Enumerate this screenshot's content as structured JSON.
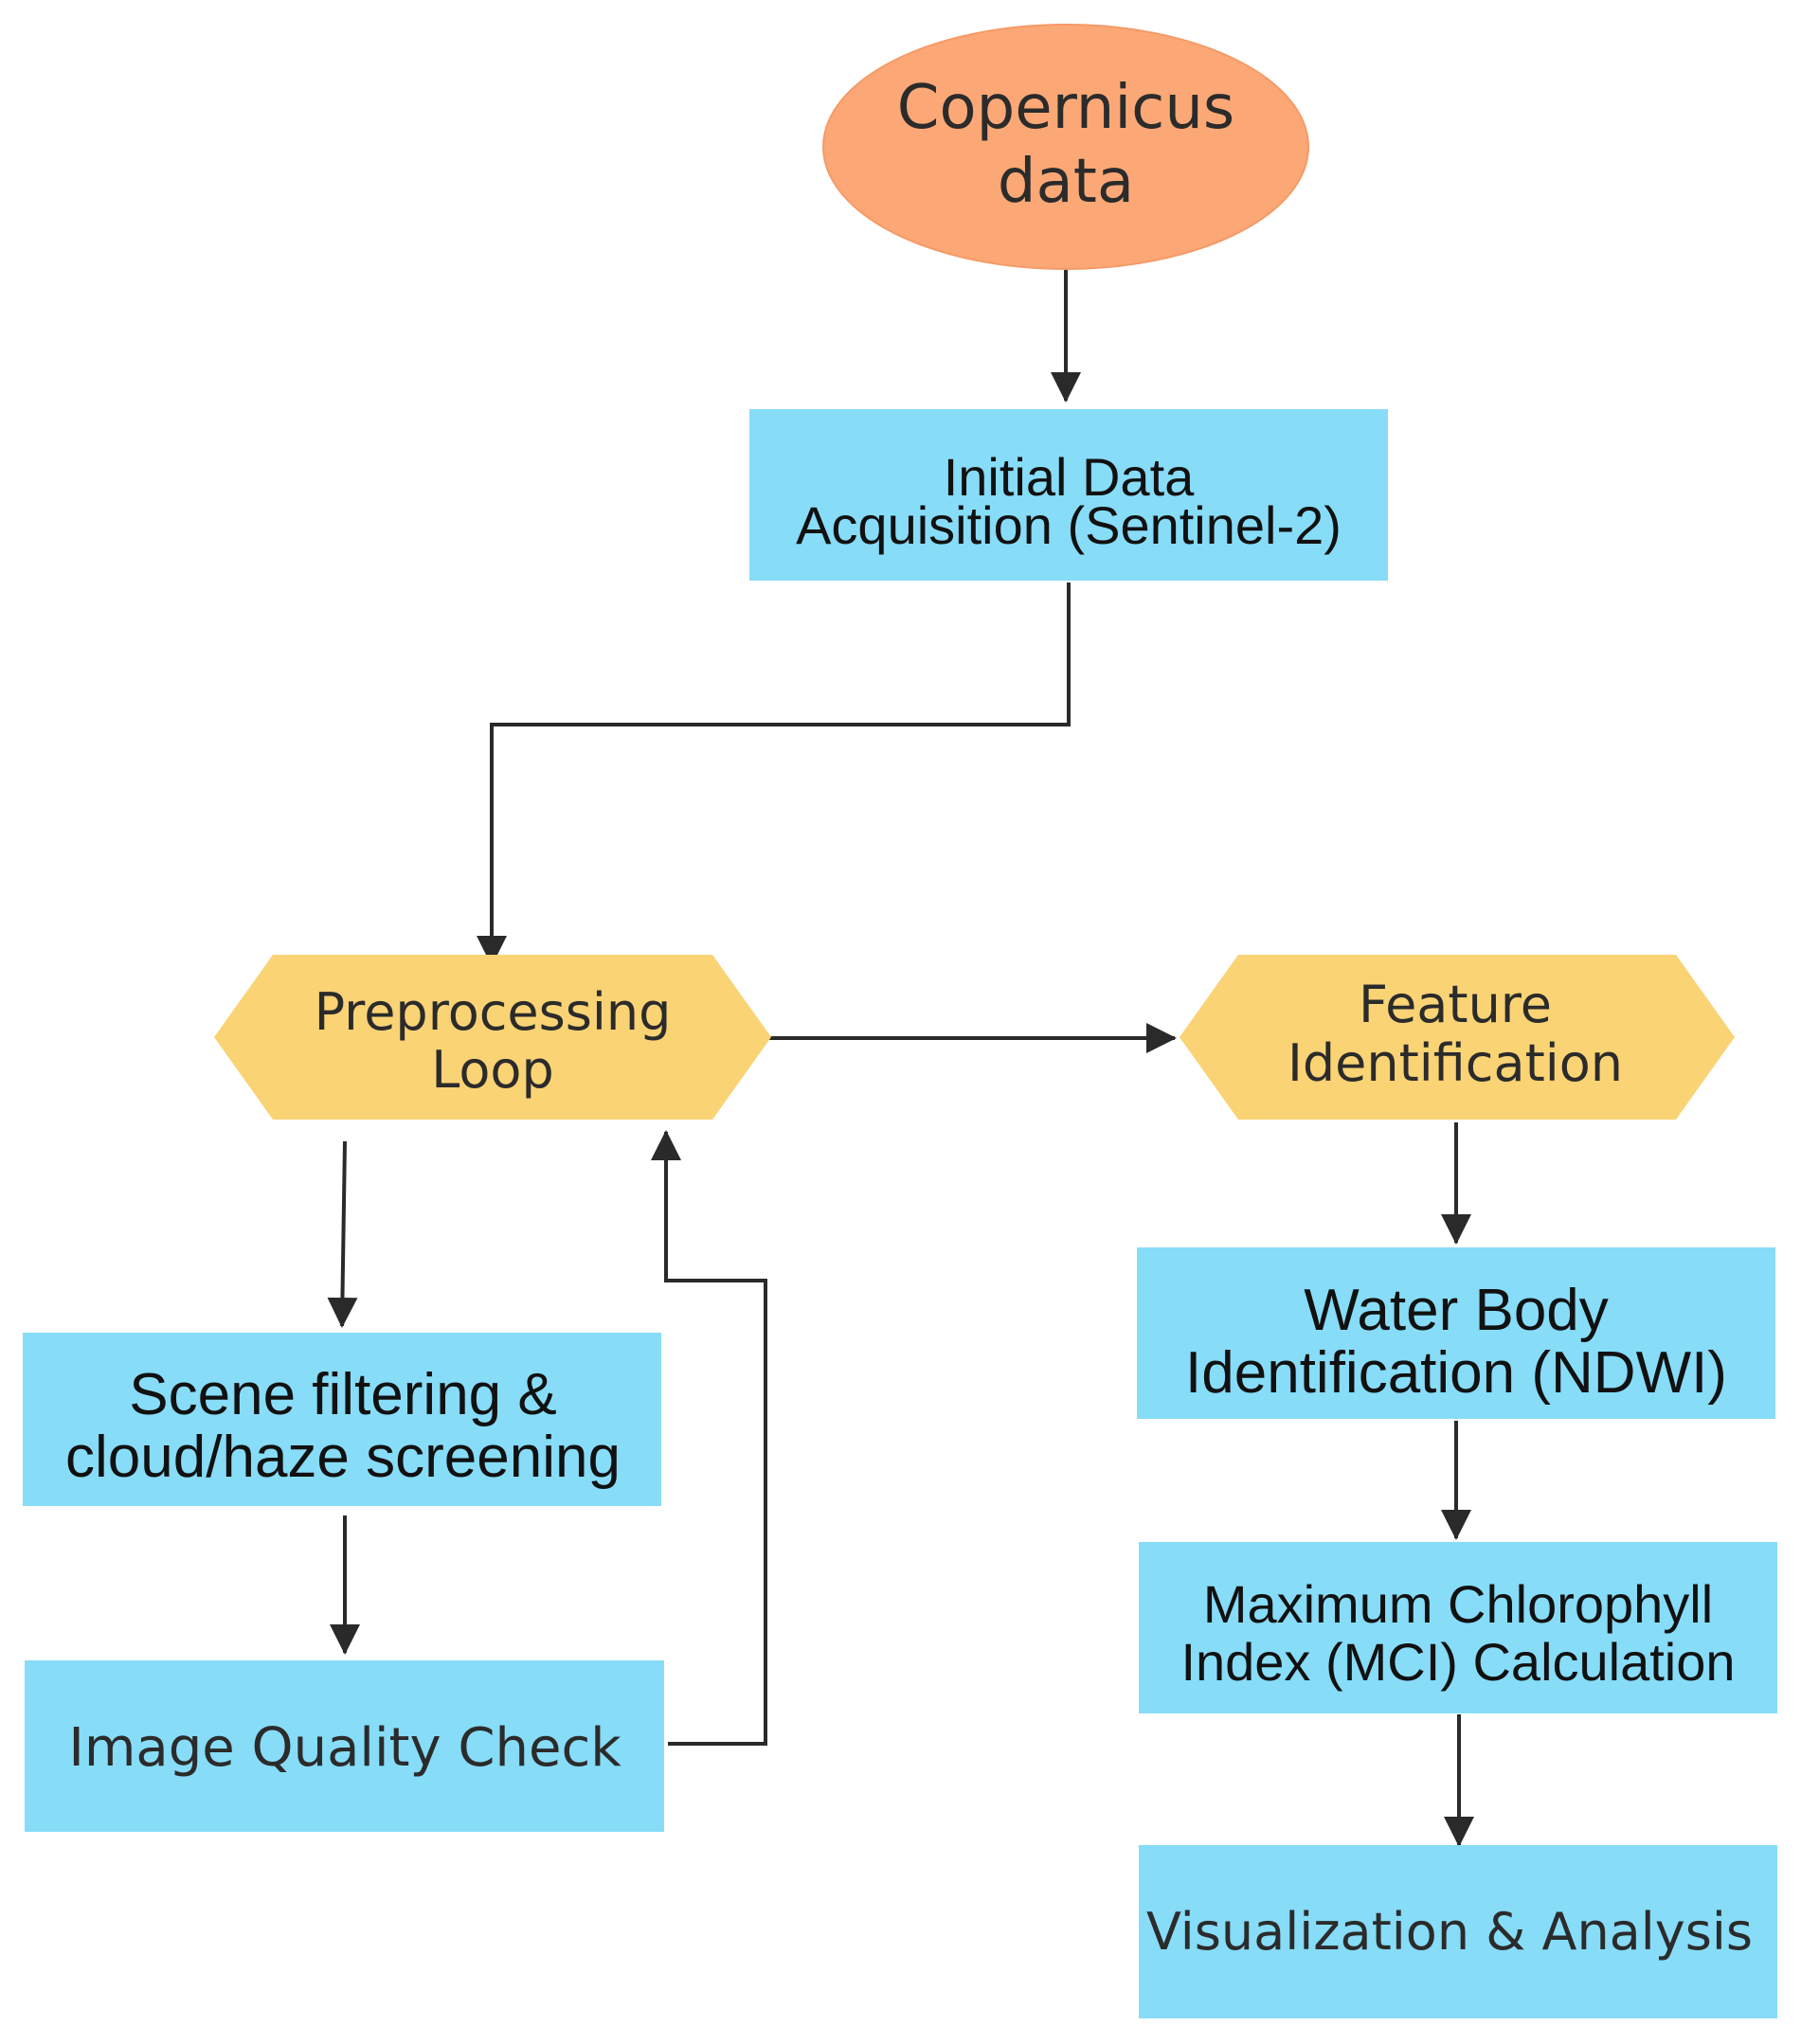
{
  "colors": {
    "ellipse_fill": "#FCA876",
    "box_fill": "#87DCF8",
    "hexagon_fill": "#FAD375",
    "edge_color": "#2A2A2A",
    "text_color": "#111111"
  },
  "nodes": {
    "copernicus": {
      "line1": "Copernicus",
      "line2": "data"
    },
    "acquisition": {
      "line1": "Initial Data",
      "line2": "Acquisition (Sentinel-2)"
    },
    "preprocessing": {
      "line1": "Preprocessing",
      "line2": "Loop"
    },
    "feature": {
      "line1": "Feature",
      "line2": "Identification"
    },
    "scene": {
      "line1": "Scene filtering &",
      "line2": "cloud/haze screening"
    },
    "quality": {
      "line1": "Image Quality Check"
    },
    "water": {
      "line1": "Water Body",
      "line2": "Identification (NDWI)"
    },
    "mci": {
      "line1": "Maximum Chlorophyll",
      "line2": "Index (MCI) Calculation"
    },
    "visualization": {
      "line1": "Visualization & Analysis"
    }
  },
  "edges": [
    {
      "from": "Copernicus data",
      "to": "Initial Data Acquisition (Sentinel-2)"
    },
    {
      "from": "Initial Data Acquisition (Sentinel-2)",
      "to": "Preprocessing Loop"
    },
    {
      "from": "Preprocessing Loop",
      "to": "Feature Identification"
    },
    {
      "from": "Preprocessing Loop",
      "to": "Scene filtering & cloud/haze screening"
    },
    {
      "from": "Scene filtering & cloud/haze screening",
      "to": "Image Quality Check"
    },
    {
      "from": "Image Quality Check",
      "to": "Preprocessing Loop"
    },
    {
      "from": "Feature Identification",
      "to": "Water Body Identification (NDWI)"
    },
    {
      "from": "Water Body Identification (NDWI)",
      "to": "Maximum Chlorophyll Index (MCI) Calculation"
    },
    {
      "from": "Maximum Chlorophyll Index (MCI) Calculation",
      "to": "Visualization & Analysis"
    }
  ]
}
